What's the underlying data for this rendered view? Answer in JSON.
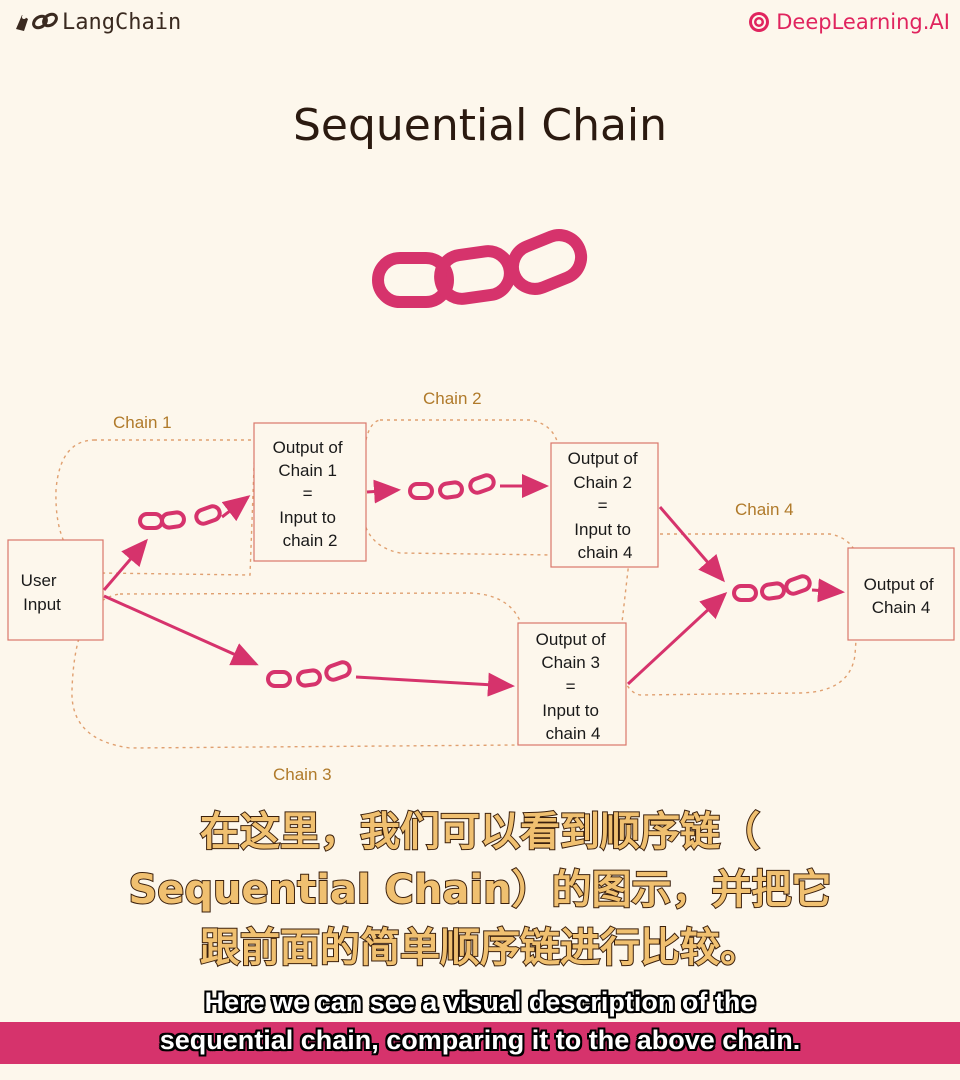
{
  "header": {
    "left_logo_text": "LangChain",
    "left_logo_icon": "parrot-chain-icon",
    "right_logo_text": "DeepLearning.AI",
    "right_logo_icon": "deeplearning-ai-icon"
  },
  "title": "Sequential Chain",
  "colors": {
    "background": "#fdf7ec",
    "chain_pink": "#d6336c",
    "box_border": "#d9776a",
    "dashed_border": "#e0a070",
    "label_orange": "#b07a2a",
    "subtitle_band": "#d6336c"
  },
  "diagram": {
    "user_input": [
      "User",
      "Input"
    ],
    "output_chain1": [
      "Output of",
      "Chain 1",
      "=",
      "Input to",
      "chain 2"
    ],
    "output_chain2": [
      "Output of",
      "Chain 2",
      "=",
      "Input to",
      "chain 4"
    ],
    "output_chain3": [
      "Output of",
      "Chain 3",
      "=",
      "Input to",
      "chain 4"
    ],
    "output_chain4": [
      "Output of",
      "Chain 4"
    ],
    "labels": {
      "chain1": "Chain 1",
      "chain2": "Chain 2",
      "chain3": "Chain 3",
      "chain4": "Chain 4"
    }
  },
  "subtitles": {
    "zh": [
      "在这里，我们可以看到顺序链（",
      "Sequential Chain）的图示，并把它",
      "跟前面的简单顺序链进行比较。"
    ],
    "en": [
      "Here we can see a visual description of the",
      "sequential chain, comparing it to the above chain."
    ]
  }
}
